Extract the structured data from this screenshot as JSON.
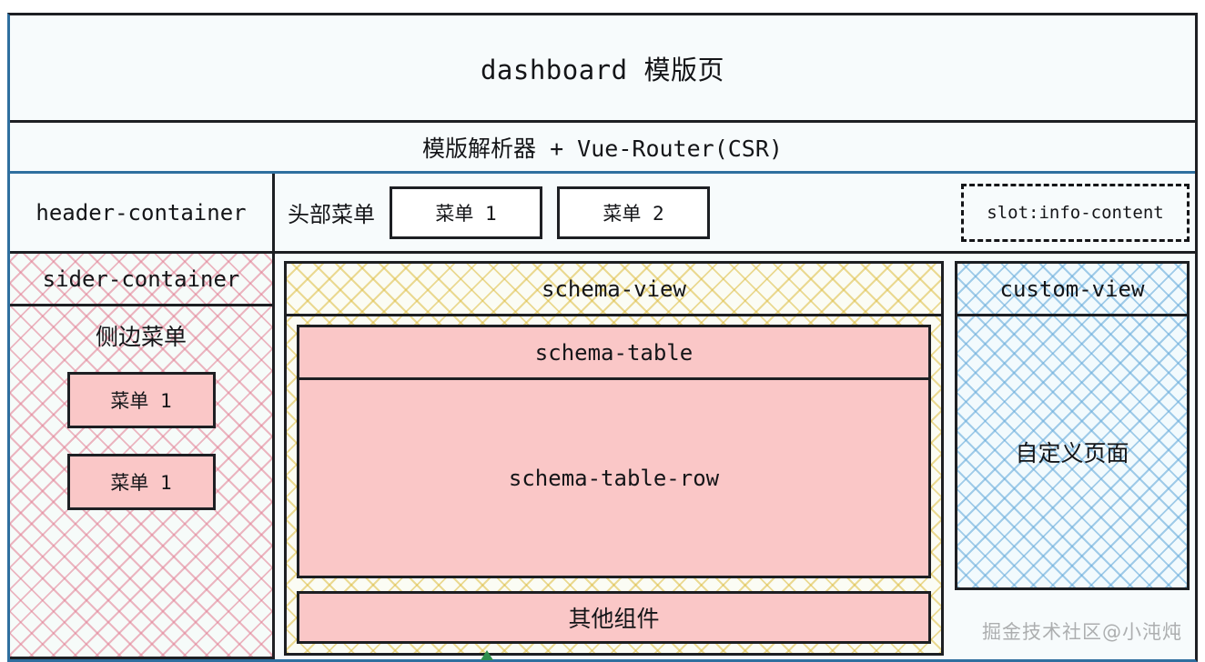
{
  "diagram": {
    "title": "dashboard 模版页",
    "subtitle": "模版解析器 + Vue-Router(CSR)",
    "header": {
      "container_label": "header-container",
      "menu_label": "头部菜单",
      "menu_buttons": [
        {
          "label": "菜单 1"
        },
        {
          "label": "菜单 2"
        }
      ],
      "slot_label": "slot:info-content"
    },
    "sider": {
      "container_label": "sider-container",
      "body_title": "侧边菜单",
      "menu_buttons": [
        {
          "label": "菜单 1"
        },
        {
          "label": "菜单 1"
        }
      ]
    },
    "schema_view": {
      "title": "schema-view",
      "table_title": "schema-table",
      "table_row": "schema-table-row",
      "other_components": "其他组件"
    },
    "custom_view": {
      "title": "custom-view",
      "body": "自定义页面"
    },
    "watermark": "掘金技术社区@小沌炖",
    "colors": {
      "outer_border": "#1d1f23",
      "accent_blue": "#2f6f9f",
      "page_background": "#f7fbfc",
      "pink_fill": "#fac7c7",
      "pink_hatch": "#e27c92",
      "yellow_hatch": "#ddbc40",
      "blue_hatch": "#68acdb",
      "marker_green": "#2f8f4e"
    }
  }
}
